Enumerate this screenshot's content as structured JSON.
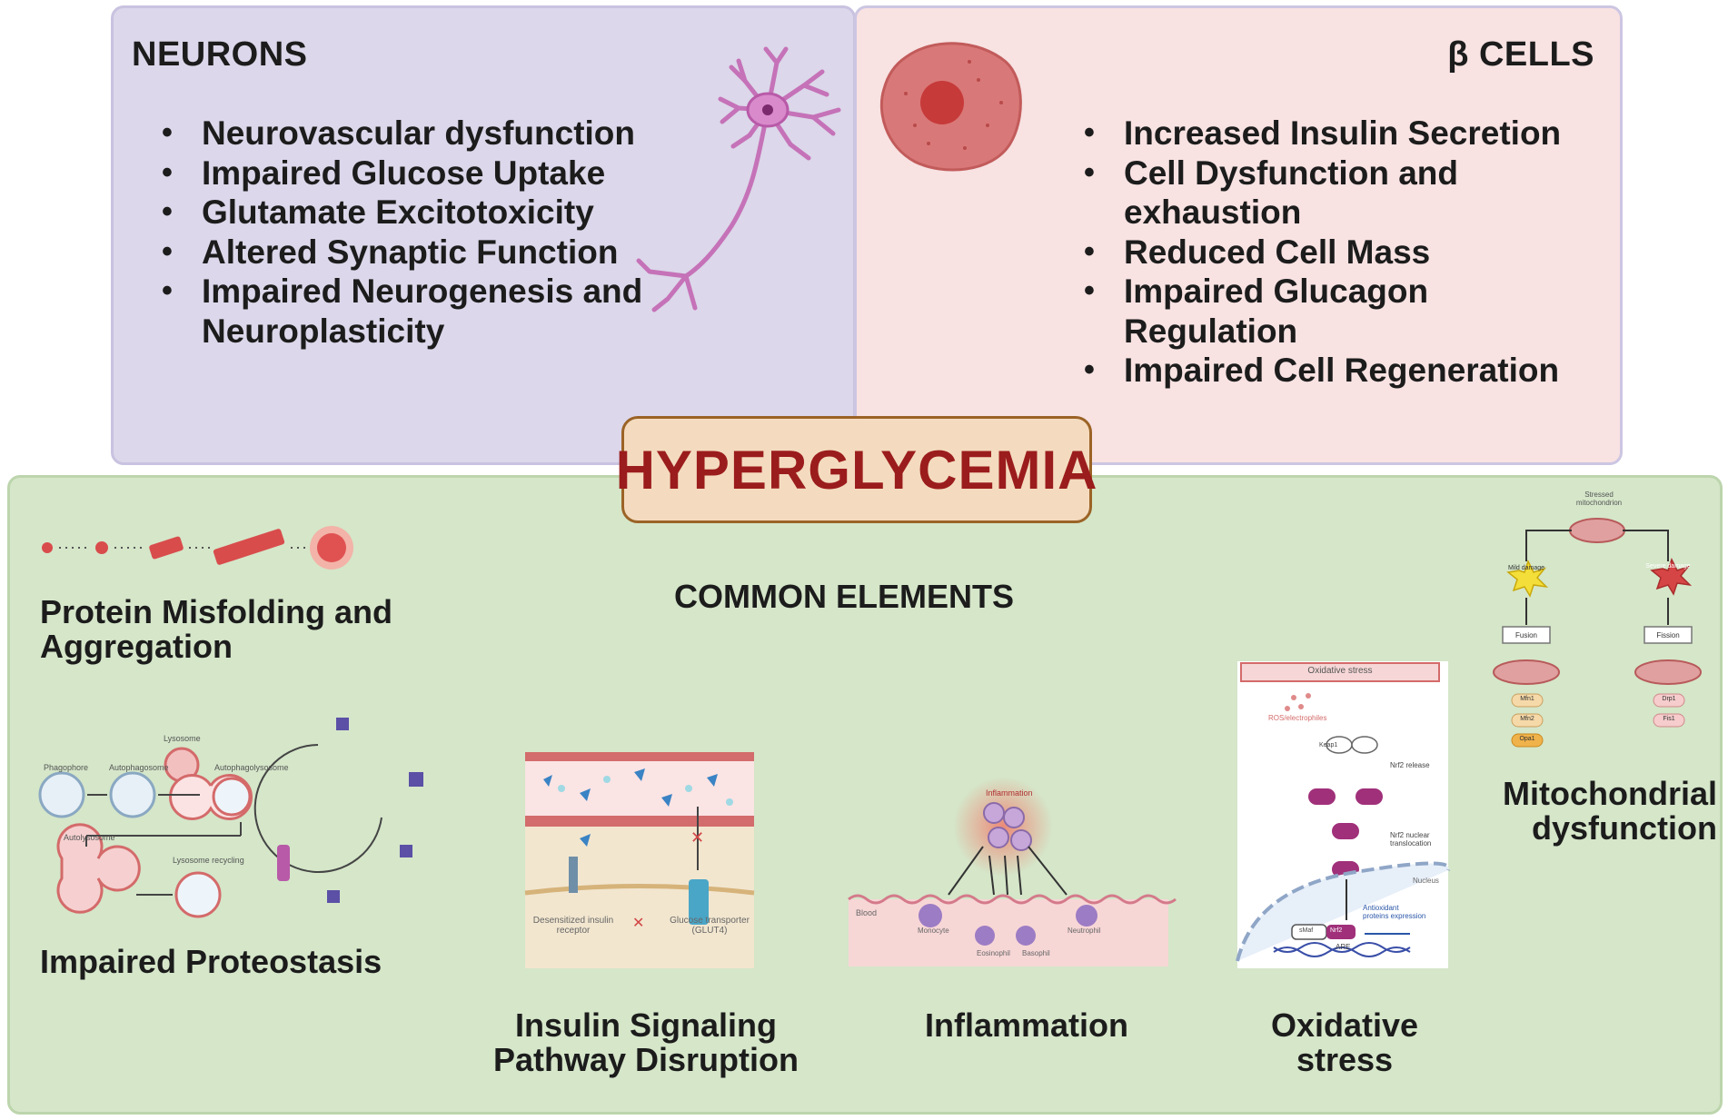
{
  "neurons": {
    "title": "NEURONS",
    "items": [
      "Neurovascular dysfunction",
      "Impaired Glucose Uptake",
      "Glutamate Excitotoxicity",
      "Altered Synaptic Function",
      "Impaired Neurogenesis and Neuroplasticity"
    ]
  },
  "beta_cells": {
    "title": "β CELLS",
    "items": [
      "Increased Insulin Secretion",
      "Cell Dysfunction and exhaustion",
      "Reduced Cell Mass",
      "Impaired Glucagon Regulation",
      "Impaired Cell Regeneration"
    ]
  },
  "center": {
    "title": "HYPERGLYCEMIA"
  },
  "common": {
    "title": "COMMON ELEMENTS",
    "protein_misfolding": "Protein Misfolding and Aggregation",
    "proteostasis": "Impaired Proteostasis",
    "insulin_signaling": "Insulin Signaling Pathway Disruption",
    "inflammation": "Inflammation",
    "oxidative_stress": "Oxidative stress",
    "mitochondrial": "Mitochondrial dysfunction"
  },
  "insulin_panel": {
    "receptor_label": "Desensitized insulin receptor",
    "transporter_label": "Glucose transporter (GLUT4)"
  },
  "inflammation_panel": {
    "header": "Inflammation",
    "vessel": "Blood",
    "cells": [
      "Monocyte",
      "Eosinophil",
      "Basophil",
      "Neutrophil"
    ]
  },
  "oxidative_panel": {
    "header": "Oxidative stress",
    "ros": "ROS/electrophiles",
    "release": "Nrf2 release",
    "nuclear": "Nrf2 nuclear translocation",
    "nucleus": "Nucleus",
    "antioxidant": "Antioxidant proteins expression",
    "are": "ARE",
    "maf": "sMaf",
    "nrf2": "Nrf2",
    "keap": "Keap1"
  },
  "mito_panel": {
    "top": "Stressed mitochondrion",
    "mild": "Mild damage",
    "severe": "Severe damage",
    "fusion_left": "Fusion",
    "fission_right": "Fission",
    "left_proteins": [
      "Mfn1",
      "Mfn2",
      "Opa1"
    ],
    "right_proteins": [
      "Drp1",
      "Fis1"
    ]
  },
  "colors": {
    "neurons_bg": "#dcd7ea",
    "beta_bg": "#f8e2e2",
    "common_bg": "#d5e6c9",
    "hyper_bg": "#f4dbbf",
    "hyper_text": "#9b1c1c"
  }
}
